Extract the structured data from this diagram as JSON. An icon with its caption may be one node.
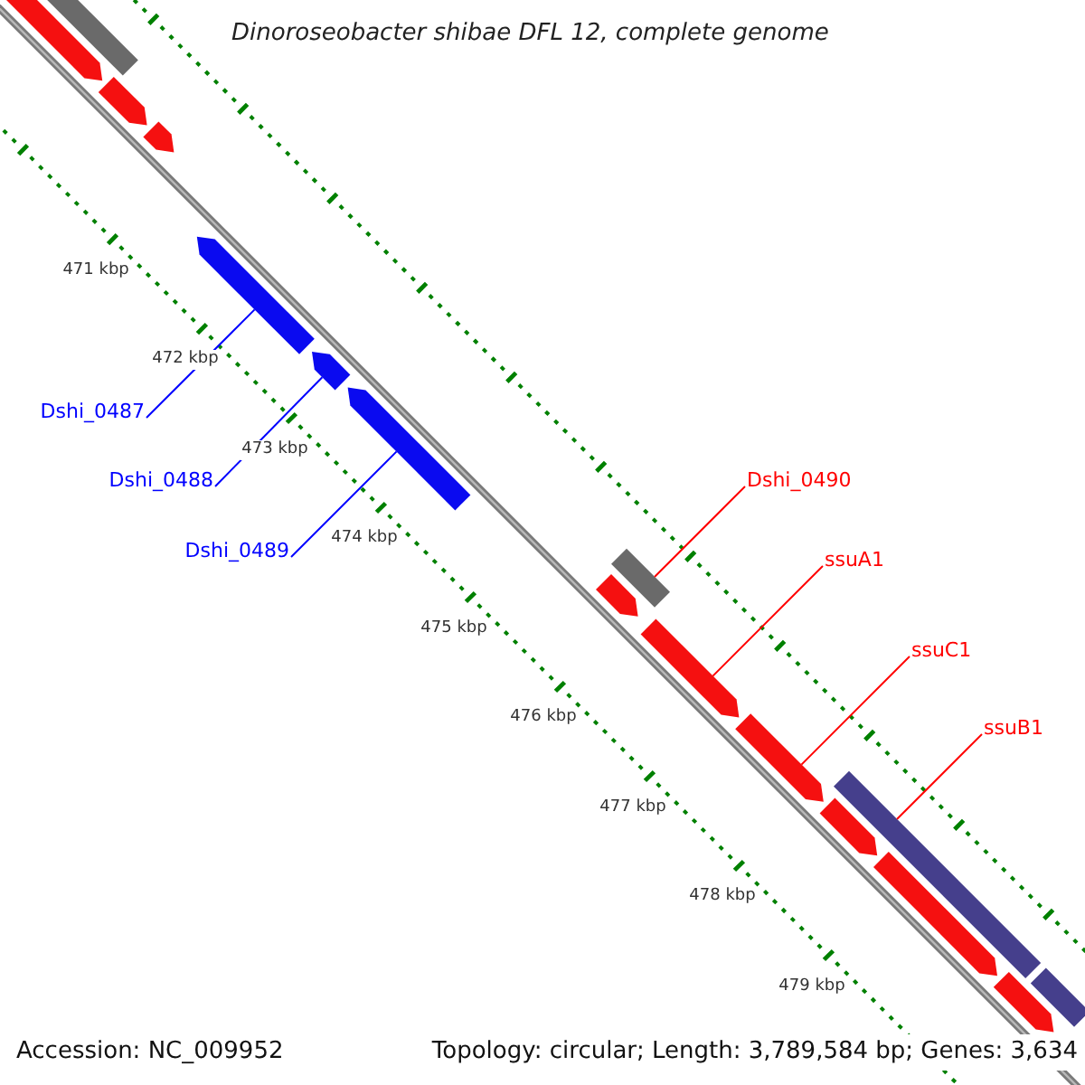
{
  "diagram": {
    "title": "Dinoroseobacter shibae DFL 12, complete genome",
    "nodes": [
      {
        "text": [
          "Dshi_0487"
        ]
      },
      {
        "text": [
          "Dshi_0488"
        ]
      },
      {
        "text": [
          "Dshi_0489"
        ]
      },
      {
        "text": [
          "Dshi_0490"
        ]
      },
      {
        "text": [
          "ssuA1"
        ]
      },
      {
        "text": [
          "ssuC1"
        ]
      },
      {
        "text": [
          "ssuB1"
        ]
      },
      {
        "text": [],
        "shape": "box"
      },
      {
        "text": [],
        "shape": "arrow"
      },
      {
        "text": [],
        "shape": "arrow"
      },
      {
        "text": [],
        "shape": "arrow"
      },
      {
        "text": [],
        "shape": "arrow"
      },
      {
        "text": [],
        "shape": "arrow"
      },
      {
        "text": [],
        "shape": "arrow"
      },
      {
        "text": [],
        "shape": "box"
      },
      {
        "text": [],
        "shape": "arrow"
      },
      {
        "text": [],
        "shape": "arrow"
      },
      {
        "text": [],
        "shape": "arrow"
      },
      {
        "text": [],
        "shape": "box"
      },
      {
        "text": [],
        "shape": "arrow"
      },
      {
        "text": [],
        "shape": "arrow"
      },
      {
        "text": [],
        "shape": "arrow"
      },
      {
        "text": [],
        "shape": "box"
      }
    ],
    "edges": [
      {
        "from": 0,
        "to": 11,
        "arrow": "none",
        "color": "#0000ff"
      },
      {
        "from": 1,
        "to": 12,
        "arrow": "none",
        "color": "#0000ff"
      },
      {
        "from": 2,
        "to": 13,
        "arrow": "none",
        "color": "#0000ff"
      },
      {
        "from": 3,
        "to": 14,
        "arrow": "none"
      },
      {
        "from": 4,
        "to": 16,
        "arrow": "none"
      },
      {
        "from": 5,
        "to": 17,
        "arrow": "none"
      },
      {
        "from": 6,
        "to": 18,
        "arrow": "none"
      }
    ],
    "labels": [
      "471 kbp",
      "472 kbp",
      "473 kbp",
      "474 kbp",
      "475 kbp",
      "476 kbp",
      "477 kbp",
      "478 kbp",
      "479 kbp",
      "Accession: NC_009952",
      "Topology: circular; Length: 3,789,584 bp; Genes: 3,634"
    ]
  }
}
